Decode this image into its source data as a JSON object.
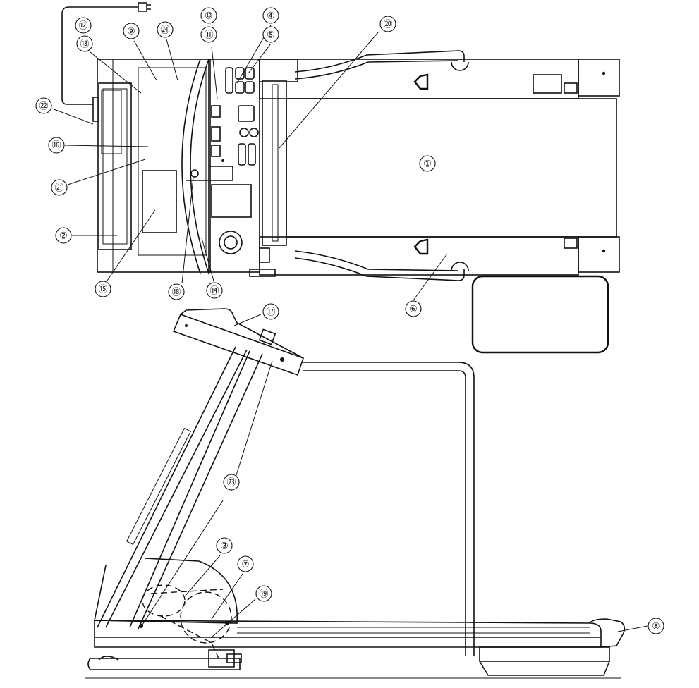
{
  "callouts": [
    {
      "label": "①"
    },
    {
      "label": "②"
    },
    {
      "label": "③"
    },
    {
      "label": "④"
    },
    {
      "label": "⑤"
    },
    {
      "label": "⑥"
    },
    {
      "label": "⑦"
    },
    {
      "label": "⑧"
    },
    {
      "label": "⑨"
    },
    {
      "label": "⑩"
    },
    {
      "label": "⑪"
    },
    {
      "label": "⑫"
    },
    {
      "label": "⑬"
    },
    {
      "label": "⑭"
    },
    {
      "label": "⑮"
    },
    {
      "label": "⑯"
    },
    {
      "label": "⑰"
    },
    {
      "label": "⑱"
    },
    {
      "label": "⑲"
    },
    {
      "label": "⑳"
    },
    {
      "label": "㉑"
    },
    {
      "label": "㉒"
    },
    {
      "label": "㉓"
    },
    {
      "label": "㉔"
    }
  ]
}
